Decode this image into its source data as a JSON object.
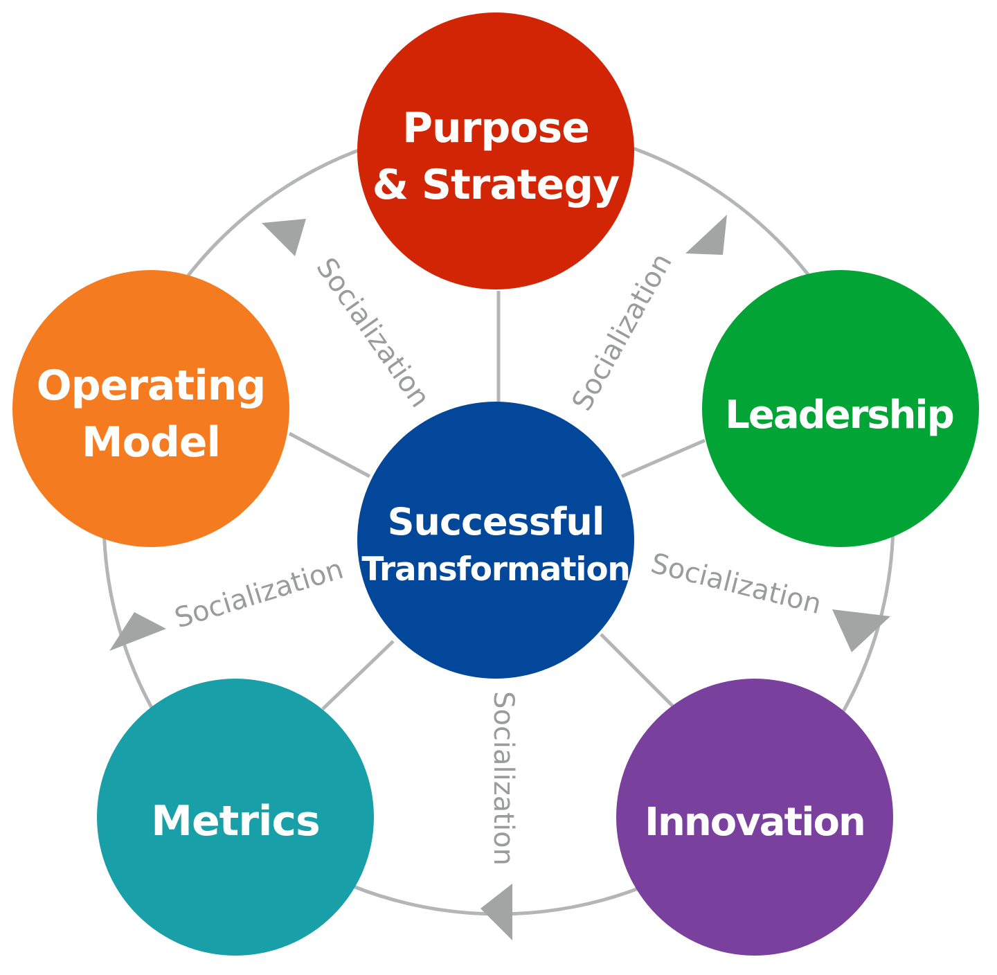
{
  "diagram": {
    "center": {
      "label_line1": "Successful",
      "label_line2": "Transformation",
      "color": "#03479a"
    },
    "nodes": [
      {
        "id": "purpose-strategy",
        "label_line1": "Purpose",
        "label_line2": "& Strategy",
        "color": "#d22506"
      },
      {
        "id": "leadership",
        "label_line1": "Leadership",
        "label_line2": "",
        "color": "#03a436"
      },
      {
        "id": "innovation",
        "label_line1": "Innovation",
        "label_line2": "",
        "color": "#7a409d"
      },
      {
        "id": "metrics",
        "label_line1": "Metrics",
        "label_line2": "",
        "color": "#189fa8"
      },
      {
        "id": "operating-model",
        "label_line1": "Operating",
        "label_line2": "Model",
        "color": "#f47b20"
      }
    ],
    "connectors": [
      {
        "label": "Socialization"
      },
      {
        "label": "Socialization"
      },
      {
        "label": "Socialization"
      },
      {
        "label": "Socialization"
      },
      {
        "label": "Socialization"
      }
    ],
    "colors": {
      "ring": "#b4b6b5",
      "arrow": "#a3a5a4",
      "connector_text": "#9a9c9b",
      "spoke": "#b4b6b5"
    }
  }
}
